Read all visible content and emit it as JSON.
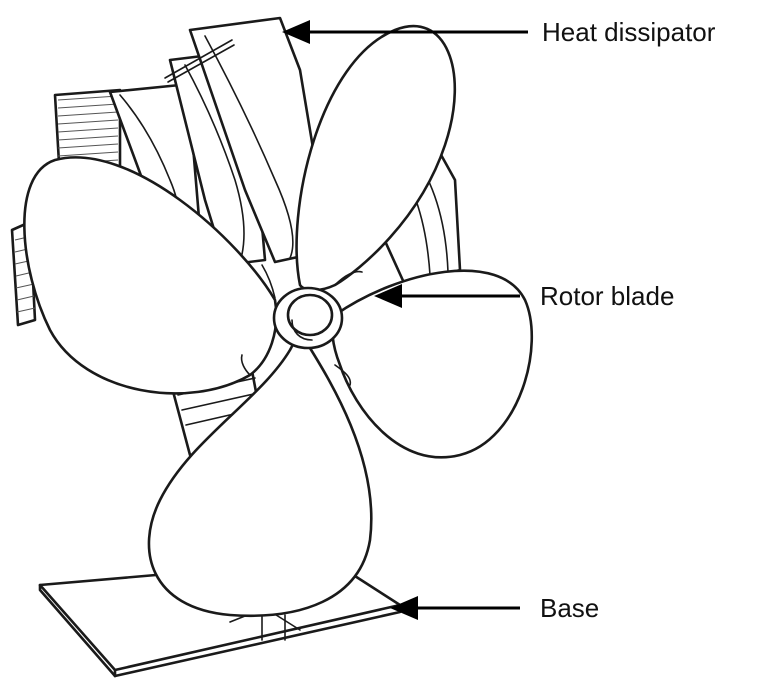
{
  "labels": {
    "heat_dissipator": "Heat dissipator",
    "rotor_blade": "Rotor blade",
    "base": "Base"
  },
  "colors": {
    "ink": "#1a1a1a",
    "background": "#ffffff"
  }
}
